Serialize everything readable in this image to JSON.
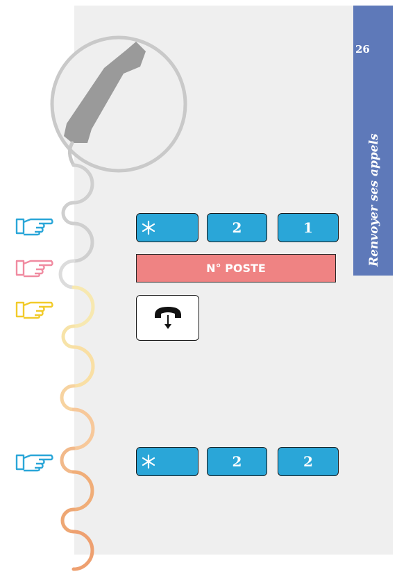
{
  "page_number": "26",
  "section_title": "Renvoyer ses appels",
  "steps": {
    "activate": {
      "keys": [
        "*",
        "2",
        "1"
      ],
      "extension_label": "N° POSTE",
      "hangup_icon": "hang-up-handset-icon"
    },
    "cancel": {
      "keys": [
        "*",
        "2",
        "2"
      ]
    }
  },
  "colors": {
    "sidebar": "#5e79b9",
    "key_fill": "#2aa6d8",
    "extension_fill": "#ef8383",
    "panel": "#efefef",
    "hand_blue": "#2aa6d8",
    "hand_red": "#f08aa0",
    "hand_yellow": "#f2cb2a"
  },
  "icons": [
    "pointing-hand-icon",
    "telephone-handset-icon",
    "star-key-icon",
    "hang-up-handset-icon"
  ]
}
